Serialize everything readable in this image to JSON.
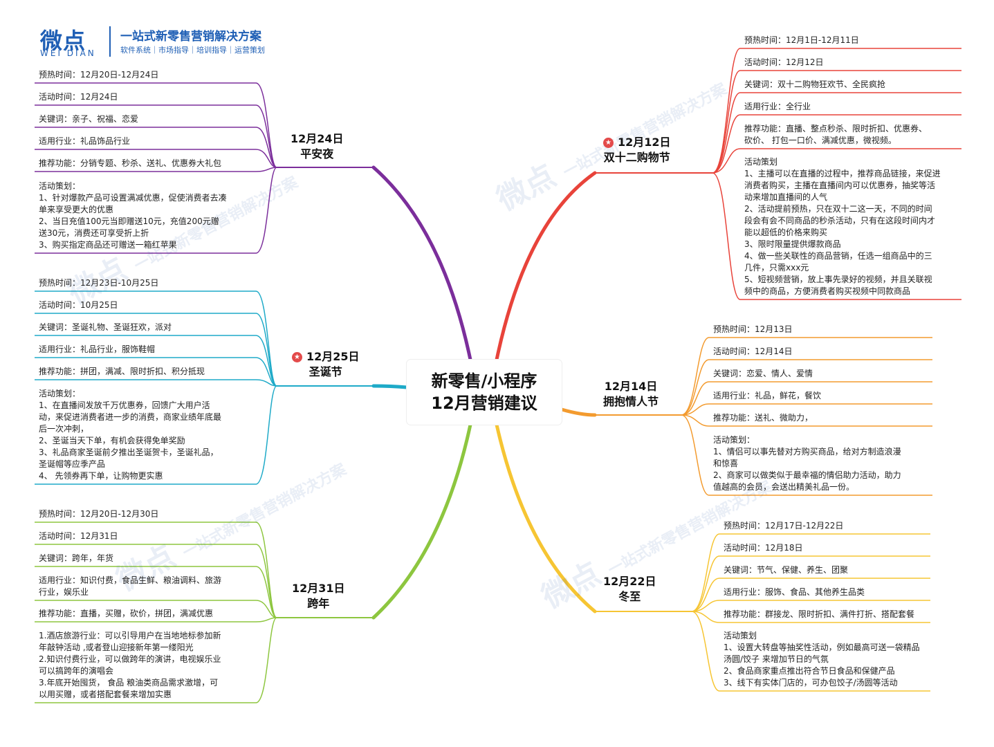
{
  "logo": {
    "brand_cn": "微点",
    "brand_en": "WEI DIAN",
    "slogan": "一站式新零售营销解决方案",
    "tagline": "软件系统｜市场指导｜培训指导｜运营策划"
  },
  "center": {
    "line1": "新零售/小程序",
    "line2": "12月营销建议"
  },
  "colors": {
    "purple": "#7b2e9b",
    "cyan": "#1eaac8",
    "green": "#8dc63f",
    "red": "#e8433a",
    "orange": "#f39b2f",
    "yellow": "#f6c533",
    "brand": "#1f5fb5"
  },
  "branches": [
    {
      "id": "pingan",
      "date": "12月24日",
      "name": "平安夜",
      "starred": false,
      "color": "#7b2e9b",
      "items": [
        "预热时间：12月20日-12月24日",
        "活动时间：12月24日",
        "关键词：亲子、祝福、恋爱",
        "适用行业：礼品饰品行业",
        "推荐功能：分销专题、秒杀、送礼、优惠券大礼包",
        "活动策划：\n1、针对爆款产品可设置满减优惠，促使消费者去凑\n单来享受更大的优惠\n2、当日充值100元当即赠送10元，充值200元赠\n送30元，消费还可享受折上折\n3、购买指定商品还可赠送一箱红苹果"
      ]
    },
    {
      "id": "christmas",
      "date": "12月25日",
      "name": "圣诞节",
      "starred": true,
      "color": "#1eaac8",
      "items": [
        "预热时间：12月23日-10月25日",
        "活动时间：10月25日",
        "关键词：圣诞礼物、圣诞狂欢，派对",
        "适用行业：礼品行业，服饰鞋帽",
        "推荐功能：拼团，满减、限时折扣、积分抵现",
        "活动策划：\n1、在直播间发放千万优惠券，回馈广大用户活\n动，来促进消费者进一步的消费，商家业绩年底最\n后一次冲刺，\n2、圣诞当天下单，有机会获得免单奖励\n3、礼品商家圣诞前夕推出圣诞贺卡，圣诞礼品，\n圣诞帽等应季产品\n4、 先领券再下单，让购物更实惠"
      ]
    },
    {
      "id": "newyear",
      "date": "12月31日",
      "name": "跨年",
      "starred": false,
      "color": "#8dc63f",
      "items": [
        "预热时间：12月20日-12月30日",
        "活动时间：12月31日",
        "关键词：跨年，年货",
        "适用行业：知识付费，食品生鲜、粮油调料、旅游\n行业，娱乐业",
        "推荐功能：直播，买赠，砍价，拼团，满减优惠",
        "1.酒店旅游行业：可以引导用户在当地地标参加新\n年敲钟活动 ,或者登山迎接新年第一缕阳光\n2.知识付费行业，可以做跨年的演讲，电视娱乐业\n可以搞跨年的演唱会\n3.年底开始囤货， 食品 粮油类商品需求激增，可\n以用买赠，或者搭配套餐来增加实惠"
      ]
    },
    {
      "id": "double12",
      "date": "12月12日",
      "name": "双十二购物节",
      "starred": true,
      "color": "#e8433a",
      "items": [
        "预热时间：12月1日-12月11日",
        "活动时间：12月12日",
        "关键词：双十二购物狂欢节、全民疯抢",
        "适用行业：全行业",
        "推荐功能：直播、整点秒杀、限时折扣、优惠券、\n        砍价、 打包一口价、满减优惠，微视频。",
        "活动策划\n1、主播可以在直播的过程中，推荐商品链接，来促进\n消费者购买，主播在直播间内可以优惠券，抽奖等活\n动来增加直播间的人气\n2、活动提前预热，只在双十二这一天，不同的时间\n段会有会不同商品的秒杀活动，只有在这段时间内才\n能以超低的价格来购买\n3、限时限量提供爆款商品\n4、做一些关联性的商品营销，任选一组商品中的三\n几件，只需xxx元\n5、短视频营销，放上事先录好的视频，并且关联视\n频中的商品，方便消费者购买视频中同款商品"
      ]
    },
    {
      "id": "hug",
      "date": "12月14日",
      "name": "拥抱情人节",
      "starred": false,
      "color": "#f39b2f",
      "items": [
        "预热时间：12月13日",
        "活动时间：12月14日",
        "关键词：恋爱、情人、爱情",
        "适用行业：礼品，鲜花，餐饮",
        "推荐功能：送礼、微助力，",
        "活动策划：\n 1、情侣可以事先替对方购买商品，给对方制造浪漫\n和惊喜\n2、商家可以做类似于最幸福的情侣助力活动，助力\n值越高的会员，会送出精美礼品一份。"
      ]
    },
    {
      "id": "winter",
      "date": "12月22日",
      "name": "冬至",
      "starred": false,
      "color": "#f6c533",
      "items": [
        "预热时间：12月17日-12月22日",
        "活动时间：12月18日",
        "关键词：节气、保健、养生、团聚",
        "适用行业：服饰、食品、其他养生品类",
        "推荐功能：群接龙、限时折扣、满件打折、搭配套餐",
        "活动策划\n1、设置大转盘等抽奖性活动，例如最高可送一袋精品\n汤圆/饺子 来增加节日的气氛\n2、食品商家重点推出符合节日食品和保健产品\n3、线下有实体门店的，可办包饺子/汤圆等活动"
      ]
    }
  ]
}
